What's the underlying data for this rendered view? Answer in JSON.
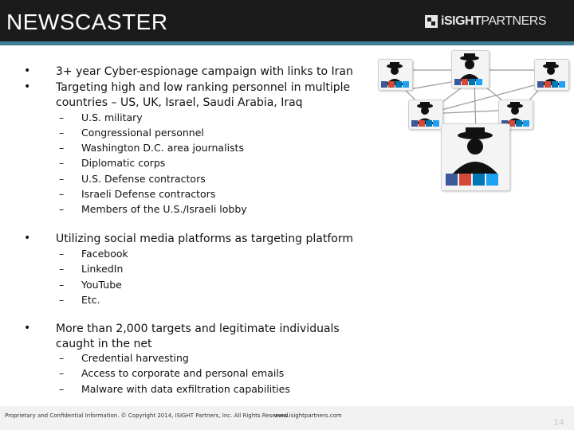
{
  "header": {
    "title": "NEWSCASTER",
    "logo_bold": "iSIGHT",
    "logo_rest": "PARTNERS"
  },
  "bullets": [
    {
      "marker": "•",
      "text": "3+ year Cyber-espionage campaign with links to Iran"
    },
    {
      "marker": "•",
      "text": "Targeting high and low ranking personnel in multiple countries – US, UK, Israel, Saudi Arabia, Iraq",
      "subitems": [
        "U.S. military",
        "Congressional personnel",
        "Washington D.C. area journalists",
        "Diplomatic corps",
        "U.S. Defense contractors",
        "Israeli Defense contractors",
        "Members of the U.S./Israeli lobby"
      ]
    },
    {
      "marker": "•",
      "text": "Utilizing social media platforms as targeting platform",
      "subitems": [
        "Facebook",
        "LinkedIn",
        "YouTube",
        "Etc."
      ]
    },
    {
      "marker": "•",
      "text": "More than 2,000 targets and legitimate individuals caught in the net",
      "subitems": [
        "Credential harvesting",
        "Access to corporate and personal emails",
        "Malware with data exfiltration capabilities"
      ]
    }
  ],
  "sub_marker": "–",
  "footer": {
    "text": "Proprietary and Confidential Information. © Copyright 2014, iSIGHT Partners, Inc. All Rights Reserved",
    "url": "www.isightpartners.com",
    "page": "14"
  },
  "colors": {
    "header_bg": "#1b1b1b",
    "accent": "#3d7f93"
  },
  "icons": [
    "spy-icon",
    "facebook-icon",
    "google-plus-icon",
    "linkedin-icon",
    "twitter-icon"
  ]
}
